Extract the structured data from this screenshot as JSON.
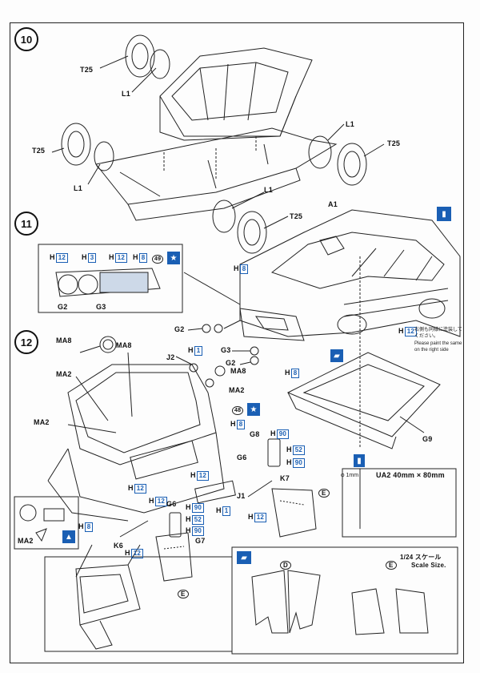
{
  "steps": {
    "s10": "10",
    "s11": "11",
    "s12": "12"
  },
  "labels": {
    "t25_a": "T25",
    "l1_a": "L1",
    "t25_b": "T25",
    "l1_b": "L1",
    "l1_c": "L1",
    "t25_c": "T25",
    "l1_d": "L1",
    "t25_d": "T25",
    "a1": "A1",
    "g2_a": "G2",
    "g3_a": "G3",
    "g2_b": "G2",
    "g3_b": "G3",
    "g2_c": "G2",
    "ma8_a": "MA8",
    "ma2_a": "MA2",
    "ma8_b": "MA8",
    "j2": "J2",
    "ma8_c": "MA8",
    "ma2_b": "MA2",
    "ma2_c": "MA2",
    "g8": "G8",
    "g6_a": "G6",
    "g6_b": "G6",
    "j1": "J1",
    "k7": "K7",
    "k6": "K6",
    "g7": "G7",
    "g9": "G9",
    "ma2_d": "MA2",
    "e_a": "E",
    "e_b": "E",
    "e_c": "E",
    "d_a": "D"
  },
  "paint": {
    "h12_a": "12",
    "h3": "3",
    "h12_b": "12",
    "h8_a": "8",
    "num49": "49",
    "h8_b": "8",
    "h8_c": "8",
    "h12_c": "12",
    "h1_a": "1",
    "num48": "48",
    "h8_d": "8",
    "h90_a": "90",
    "h52_a": "52",
    "h90_b": "90",
    "h12_d": "12",
    "h12_e": "12",
    "h12_f": "12",
    "h90_c": "90",
    "h52_b": "52",
    "h90_d": "90",
    "h1_b": "1",
    "h12_g": "12",
    "h8_e": "8",
    "h12_h": "12",
    "h_prefix": "H"
  },
  "notes": {
    "jp_right": "右側も同様に塗装してください。",
    "en_right": "Please paint the same on the right side",
    "dia": "φ 1mm",
    "ua2": "UA2  40mm × 80mm",
    "scale_jp": "1/24 スケール",
    "scale_en": "Scale Size."
  },
  "colors": {
    "paint_blue": "#1a5fb4",
    "line": "#222222"
  }
}
